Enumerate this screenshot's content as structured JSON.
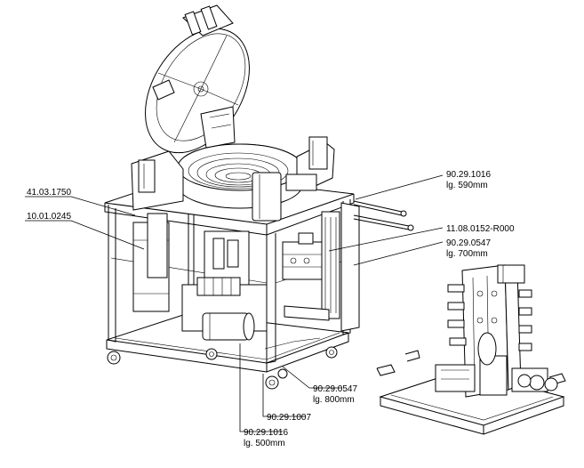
{
  "callouts": [
    {
      "id": "c1",
      "part": "90.29.1016",
      "length": "lg. 590mm"
    },
    {
      "id": "c2",
      "part": "11.08.0152-R000",
      "length": ""
    },
    {
      "id": "c3",
      "part": "90.29.0547",
      "length": "lg. 700mm"
    },
    {
      "id": "c4",
      "part": "41.03.1750",
      "length": ""
    },
    {
      "id": "c5",
      "part": "10.01.0245",
      "length": ""
    },
    {
      "id": "c6",
      "part": "90.29.0547",
      "length": "lg. 800mm"
    },
    {
      "id": "c7",
      "part": "90.29.1007",
      "length": ""
    },
    {
      "id": "c8",
      "part": "90.29.1016",
      "length": "lg. 500mm"
    }
  ]
}
